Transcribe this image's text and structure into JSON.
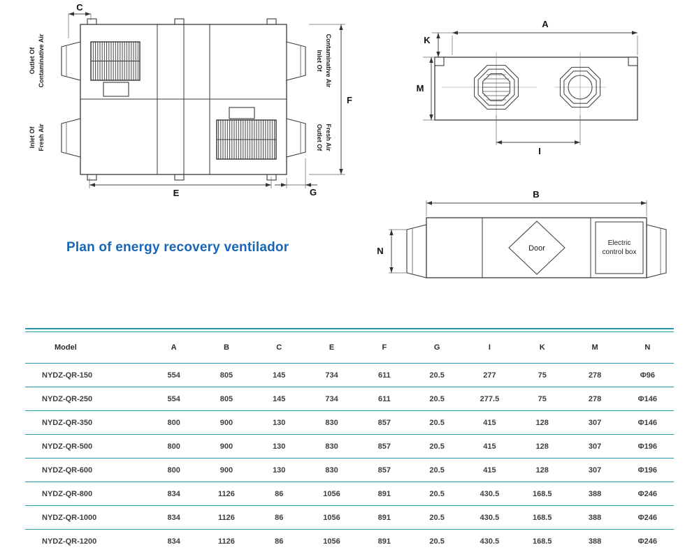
{
  "title": "Plan of energy recovery ventilador",
  "colors": {
    "table_line": "#2696a8",
    "title_blue": "#1766b5",
    "drawing_line": "#3a3a3a"
  },
  "plan_view": {
    "dims": {
      "c": "C",
      "e": "E",
      "f": "F",
      "g": "G"
    },
    "labels": {
      "top_left": [
        "Outlet Of",
        "Contaminative Air"
      ],
      "bottom_left": [
        "Inlet Of",
        "Fresh Air"
      ],
      "top_right": [
        "Inlet Of",
        "Contaminative Air"
      ],
      "bottom_right": [
        "Outlet Of",
        "Fresh Air"
      ]
    }
  },
  "side_view": {
    "dims": {
      "a": "A",
      "k": "K",
      "m": "M",
      "i": "I"
    }
  },
  "front_view": {
    "dims": {
      "b": "B",
      "n": "N"
    },
    "door": "Door",
    "control_box": [
      "Electric",
      "control box"
    ]
  },
  "table": {
    "columns": [
      "Model",
      "A",
      "B",
      "C",
      "E",
      "F",
      "G",
      "I",
      "K",
      "M",
      "N"
    ],
    "rows": [
      [
        "NYDZ-QR-150",
        "554",
        "805",
        "145",
        "734",
        "611",
        "20.5",
        "277",
        "75",
        "278",
        "Φ96"
      ],
      [
        "NYDZ-QR-250",
        "554",
        "805",
        "145",
        "734",
        "611",
        "20.5",
        "277.5",
        "75",
        "278",
        "Φ146"
      ],
      [
        "NYDZ-QR-350",
        "800",
        "900",
        "130",
        "830",
        "857",
        "20.5",
        "415",
        "128",
        "307",
        "Φ146"
      ],
      [
        "NYDZ-QR-500",
        "800",
        "900",
        "130",
        "830",
        "857",
        "20.5",
        "415",
        "128",
        "307",
        "Φ196"
      ],
      [
        "NYDZ-QR-600",
        "800",
        "900",
        "130",
        "830",
        "857",
        "20.5",
        "415",
        "128",
        "307",
        "Φ196"
      ],
      [
        "NYDZ-QR-800",
        "834",
        "1126",
        "86",
        "1056",
        "891",
        "20.5",
        "430.5",
        "168.5",
        "388",
        "Φ246"
      ],
      [
        "NYDZ-QR-1000",
        "834",
        "1126",
        "86",
        "1056",
        "891",
        "20.5",
        "430.5",
        "168.5",
        "388",
        "Φ246"
      ],
      [
        "NYDZ-QR-1200",
        "834",
        "1126",
        "86",
        "1056",
        "891",
        "20.5",
        "430.5",
        "168.5",
        "388",
        "Φ246"
      ]
    ]
  }
}
